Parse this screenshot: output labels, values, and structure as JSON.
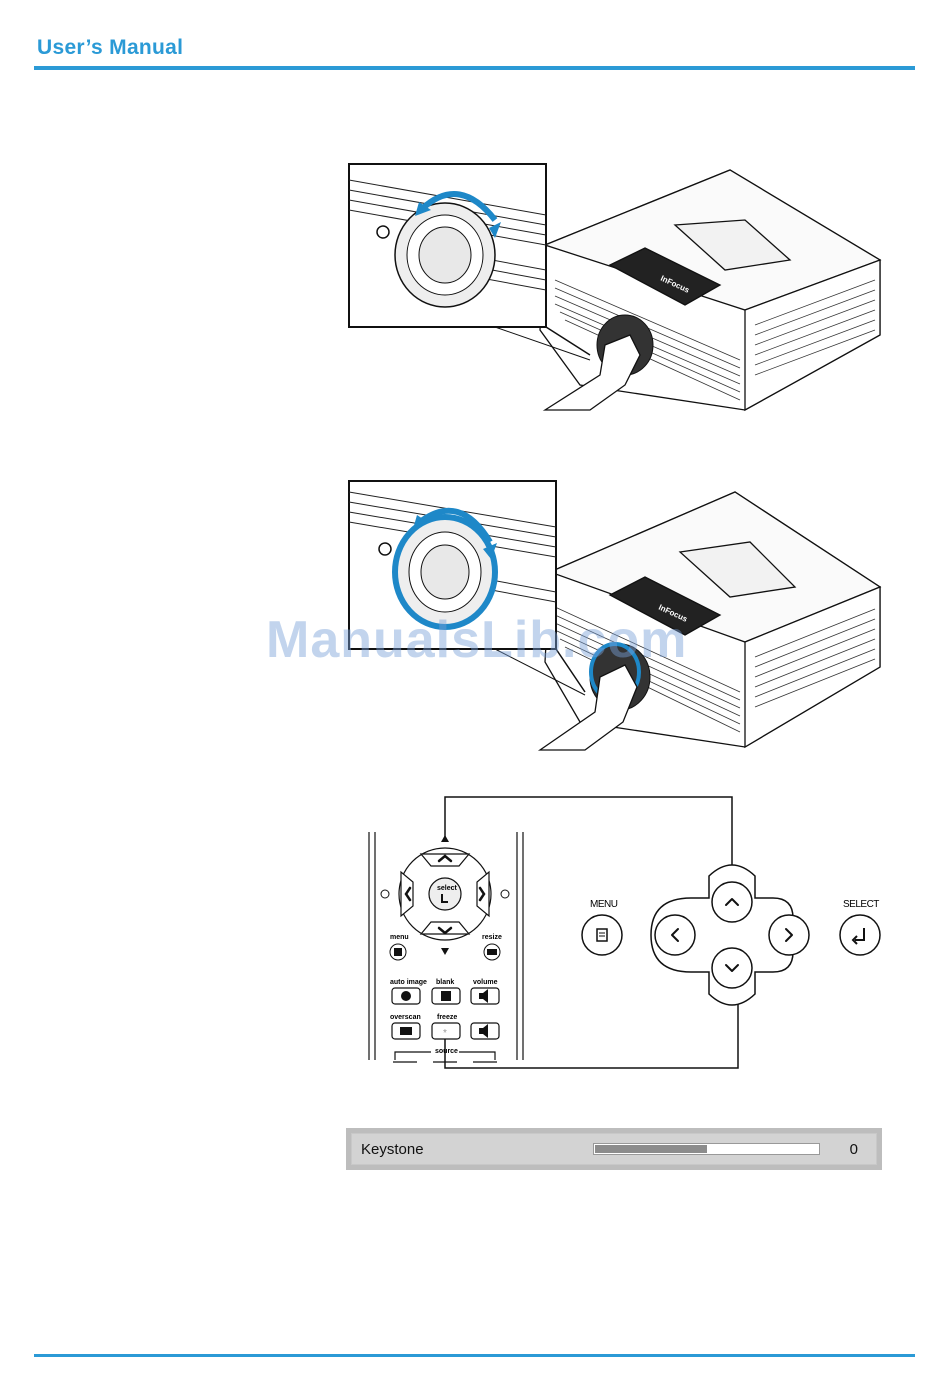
{
  "header": {
    "title": "User’s Manual"
  },
  "watermark": {
    "text": "ManualsLib.com"
  },
  "figure1": {
    "brand": "InFocus"
  },
  "figure2": {
    "brand": "InFocus"
  },
  "remote": {
    "select_label": "select",
    "menu_label": "menu",
    "resize_label": "resize",
    "auto_image_label": "auto image",
    "blank_label": "blank",
    "volume_label": "volume",
    "overscan_label": "overscan",
    "freeze_label": "freeze",
    "source_label": "source"
  },
  "keypad": {
    "menu_label": "MENU",
    "select_label": "SELECT"
  },
  "keystone": {
    "label": "Keystone",
    "value": "0",
    "level_fraction": 0.5
  },
  "colors": {
    "accent": "#2b9ad6",
    "lens_ring": "#1e88c8"
  }
}
